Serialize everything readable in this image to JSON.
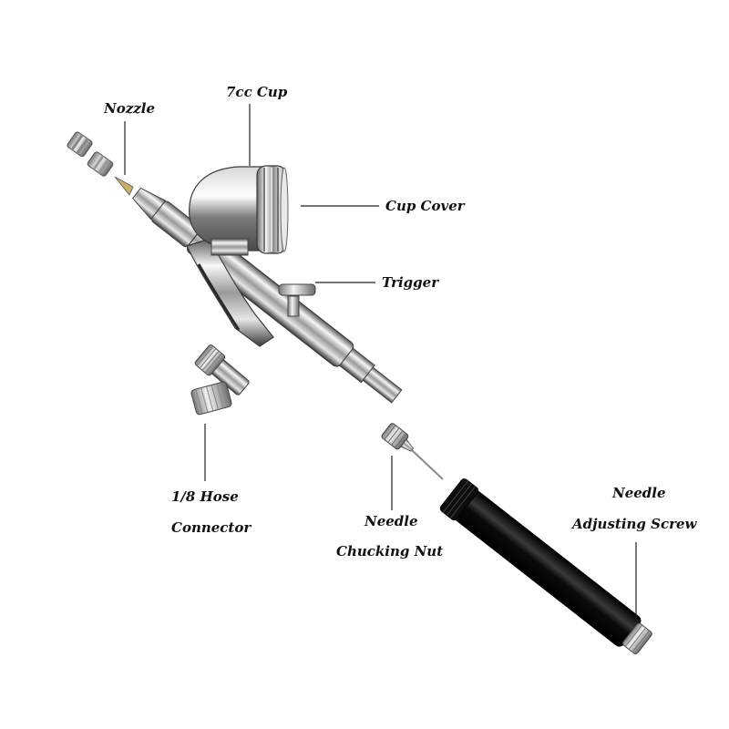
{
  "labels": {
    "nozzle": "Nozzle",
    "cup": "7cc Cup",
    "cup_cover": "Cup Cover",
    "trigger": "Trigger",
    "hose_line1": "1/8 Hose",
    "hose_line2": "Connector",
    "chuck_line1": "Needle",
    "chuck_line2": "Chucking Nut",
    "adjust_line1": "Needle",
    "adjust_line2": "Adjusting Screw"
  },
  "colors": {
    "metal_light": "#f4f4f4",
    "metal_mid": "#b9b9b9",
    "metal_dark": "#3c3c3c",
    "handle": "#111111",
    "leader": "#222222",
    "text": "#111111"
  },
  "icons": {
    "product": "airbrush-diagram"
  }
}
